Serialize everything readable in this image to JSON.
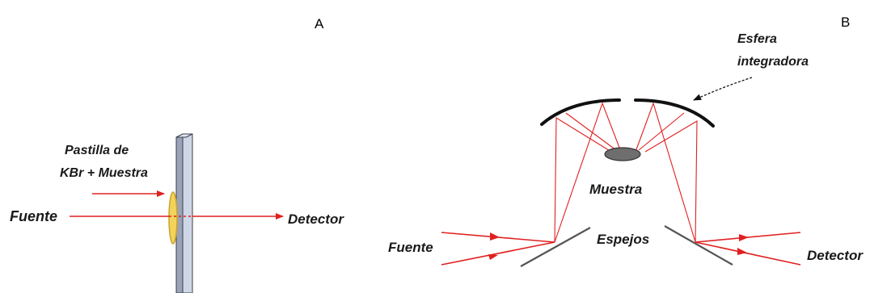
{
  "panel_a": {
    "letter": "A",
    "pellet_label_line1": "Pastilla de",
    "pellet_label_line2": "KBr + Muestra",
    "source_label": "Fuente",
    "detector_label": "Detector"
  },
  "panel_b": {
    "letter": "B",
    "sphere_label_line1": "Esfera",
    "sphere_label_line2": "integradora",
    "sample_label": "Muestra",
    "mirrors_label": "Espejos",
    "source_label": "Fuente",
    "detector_label": "Detector"
  },
  "colors": {
    "beam": "#e02020",
    "pellet": "#f3d35a",
    "plate": "#cfd6e6",
    "mirror": "#555555",
    "sphere": "#111111",
    "sample": "#6e6e6e"
  }
}
